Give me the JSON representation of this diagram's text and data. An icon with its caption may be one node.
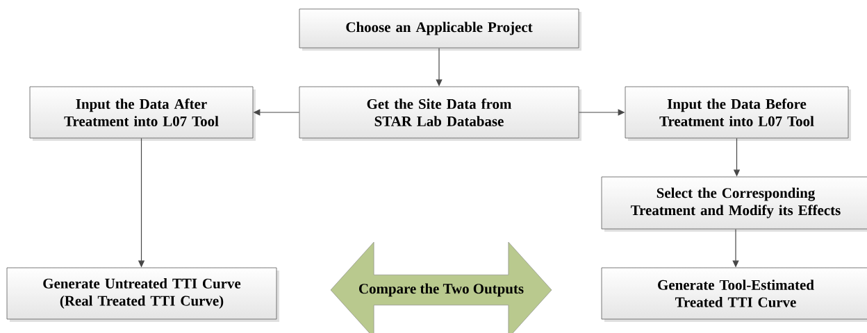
{
  "diagram": {
    "nodes": [
      {
        "text": [
          "Choose an Applicable Project"
        ]
      },
      {
        "text": [
          "Get the Site Data from STAR Lab Database"
        ]
      },
      {
        "text": [
          "Input the Data After Treatment into L07 Tool"
        ]
      },
      {
        "text": [
          "Input the Data Before Treatment into L07 Tool"
        ]
      },
      {
        "text": [
          "Select the Corresponding Treatment and Modify its Effects"
        ]
      },
      {
        "text": [
          "Generate Untreated TTI Curve (Real Treated TTI Curve)"
        ]
      },
      {
        "text": [
          "Compare the Two Outputs"
        ]
      },
      {
        "text": [
          "Generate Tool-Estimated Treated TTI Curve"
        ]
      }
    ],
    "edges": [
      {
        "from": 0,
        "to": 1,
        "arrow": "to"
      },
      {
        "from": 1,
        "to": 2,
        "arrow": "to"
      },
      {
        "from": 1,
        "to": 3,
        "arrow": "to"
      },
      {
        "from": 3,
        "to": 4,
        "arrow": "to"
      },
      {
        "from": 2,
        "to": 5,
        "arrow": "to"
      },
      {
        "from": 4,
        "to": 7,
        "arrow": "to"
      }
    ]
  }
}
